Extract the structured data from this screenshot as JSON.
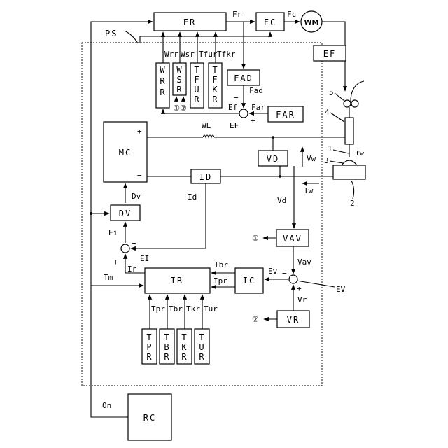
{
  "blocks": {
    "fr": "FR",
    "fc": "FC",
    "wm": "WM",
    "ef": "EF",
    "ps": "PS",
    "wrr": [
      "W",
      "R",
      "R"
    ],
    "wsr": [
      "W",
      "S",
      "R"
    ],
    "tfur": [
      "T",
      "F",
      "U",
      "R"
    ],
    "tfkr": [
      "T",
      "F",
      "K",
      "R"
    ],
    "fad": "FAD",
    "far": "FAR",
    "mc": "MC",
    "vd": "VD",
    "id": "ID",
    "dv": "DV",
    "vav": "VAV",
    "ir": "IR",
    "ic": "IC",
    "vr": "VR",
    "tpr": [
      "T",
      "P",
      "R"
    ],
    "tbr": [
      "T",
      "B",
      "R"
    ],
    "tkr": [
      "T",
      "K",
      "R"
    ],
    "tur": [
      "T",
      "U",
      "R"
    ],
    "rc": "RC"
  },
  "signals": {
    "fr_out": "Fr",
    "fc_out": "Fc",
    "wrr": "Wrr",
    "wsr": "Wsr",
    "tfur": "Tfur",
    "tfkr": "Tfkr",
    "fad": "Fad",
    "ef_in": "Ef",
    "ef_sum": "EF",
    "far": "Far",
    "minus_fad": "−",
    "plus_far": "+",
    "wl": "WL",
    "mc_plus": "+",
    "mc_minus": "−",
    "vw": "Vw",
    "iw": "Iw",
    "fw": "Fw",
    "dv": "Dv",
    "id": "Id",
    "ei_in": "Ei",
    "ei_sum": "EI",
    "minus_ei": "−",
    "plus_ir": "+",
    "ir": "Ir",
    "tm": "Tm",
    "vd": "Vd",
    "vav": "Vav",
    "minus_ev": "−",
    "ev_in": "Ev",
    "ev_sum": "EV",
    "plus_vr": "+",
    "vr": "Vr",
    "ibr": "Ibr",
    "ipr": "Ipr",
    "tpr": "Tpr",
    "tbr": "Tbr",
    "tkr": "Tkr",
    "tur": "Tur",
    "on": "On",
    "m1": "①",
    "m2": "②",
    "m12": "①②"
  },
  "refs": {
    "r1": "1",
    "r2": "2",
    "r3": "3",
    "r4": "4",
    "r5": "5"
  }
}
